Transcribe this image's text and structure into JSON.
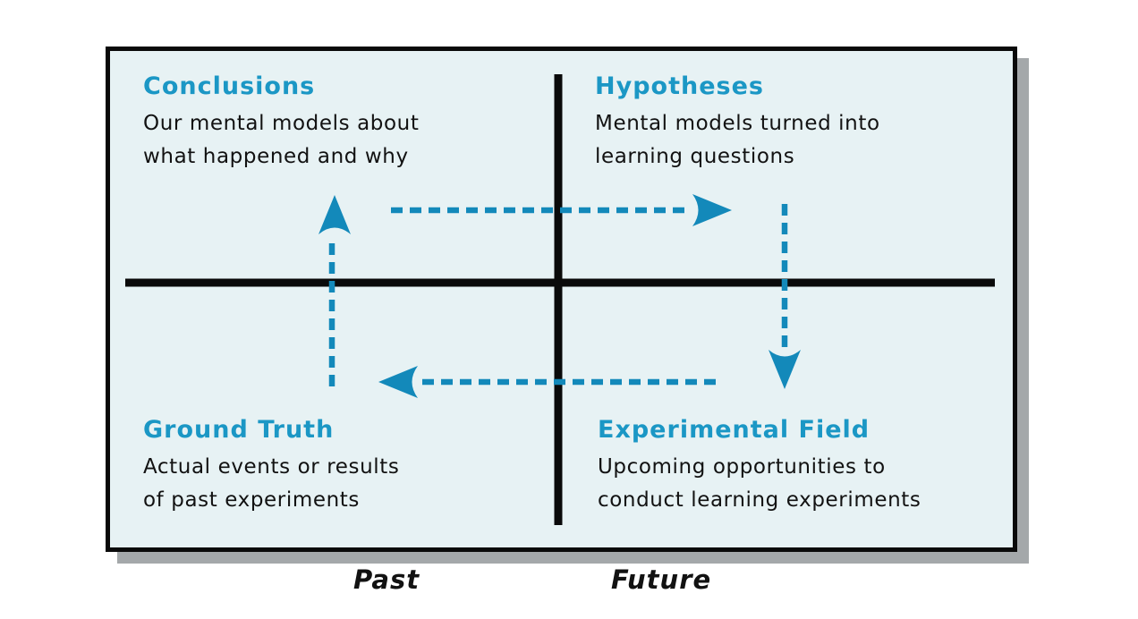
{
  "colors": {
    "page_bg": "#ffffff",
    "panel_bg": "#e7f2f4",
    "panel_border": "#0a0a0a",
    "shadow": "#a4a8aa",
    "heading": "#1b97c5",
    "arrow": "#1389ba",
    "body_text": "#121212",
    "axis": "#0a0a0a"
  },
  "quadrants": {
    "top_left": {
      "title": "Conclusions",
      "line1": "Our mental models about",
      "line2": "what happened and why"
    },
    "top_right": {
      "title": "Hypotheses",
      "line1": "Mental models turned into",
      "line2": "learning questions"
    },
    "bottom_left": {
      "title": "Ground Truth",
      "line1": "Actual events or results",
      "line2": "of past experiments"
    },
    "bottom_right": {
      "title": "Experimental Field",
      "line1": "Upcoming opportunities to",
      "line2": "conduct learning experiments"
    }
  },
  "axis_labels": {
    "past": "Past",
    "future": "Future"
  },
  "arrows": [
    {
      "name": "up-arrow",
      "from": "Ground Truth",
      "to": "Conclusions",
      "style": "dashed"
    },
    {
      "name": "right-arrow",
      "from": "Conclusions",
      "to": "Hypotheses",
      "style": "dashed"
    },
    {
      "name": "down-arrow",
      "from": "Hypotheses",
      "to": "Experimental Field",
      "style": "dashed"
    },
    {
      "name": "left-arrow",
      "from": "Experimental Field",
      "to": "Ground Truth",
      "style": "dashed"
    }
  ]
}
